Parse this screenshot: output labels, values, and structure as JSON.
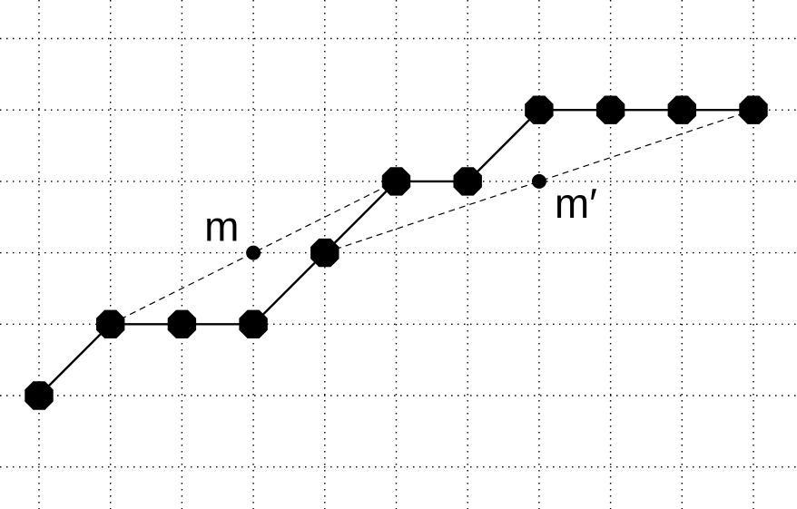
{
  "diagram": {
    "colors": {
      "ink": "#000000",
      "background": "#ffffff"
    },
    "grid": {
      "columns": [
        0,
        1,
        2,
        3,
        4,
        5,
        6,
        7,
        8,
        9,
        10
      ],
      "rows": [
        0,
        1,
        2,
        3,
        4,
        5,
        6
      ]
    },
    "path_vertices": [
      {
        "x": 0,
        "y": 0
      },
      {
        "x": 1,
        "y": 1
      },
      {
        "x": 2,
        "y": 1
      },
      {
        "x": 3,
        "y": 1
      },
      {
        "x": 4,
        "y": 2
      },
      {
        "x": 5,
        "y": 3
      },
      {
        "x": 6,
        "y": 3
      },
      {
        "x": 7,
        "y": 4
      },
      {
        "x": 8,
        "y": 4
      },
      {
        "x": 9,
        "y": 4
      },
      {
        "x": 10,
        "y": 4
      }
    ],
    "chords": [
      {
        "from": {
          "x": 1,
          "y": 1
        },
        "to": {
          "x": 5,
          "y": 3
        }
      },
      {
        "from": {
          "x": 4,
          "y": 2
        },
        "to": {
          "x": 10,
          "y": 4
        }
      }
    ],
    "midpoints": [
      {
        "label": "m",
        "x": 3,
        "y": 2
      },
      {
        "label": "m′",
        "x": 7,
        "y": 3
      }
    ]
  }
}
